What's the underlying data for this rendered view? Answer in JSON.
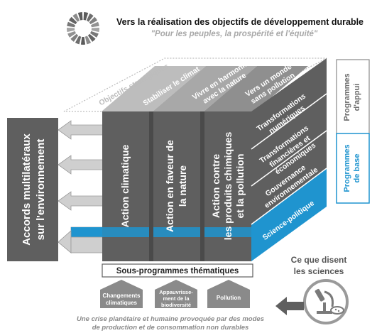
{
  "header": {
    "title": "Vers la réalisation des objectifs de développement durable",
    "subtitle": "\"Pour les peuples, la prospérité et l'équité\""
  },
  "top_face": {
    "label": "Objectifs stratégiques",
    "objectives": [
      {
        "line1": "Stabiliser le climat",
        "line2": ""
      },
      {
        "line1": "Vivre en harmonie",
        "line2": "avec la nature"
      },
      {
        "line1": "Vers un monde",
        "line2": "sans pollution"
      }
    ]
  },
  "left_panel": {
    "line1": "Accords multilatéraux",
    "line2": "sur l'environnement"
  },
  "actions": [
    {
      "line1": "Action climatique",
      "line2": "",
      "line3": ""
    },
    {
      "line1": "Action en faveur de",
      "line2": "la nature",
      "line3": ""
    },
    {
      "line1": "Action contre",
      "line2": "les produits chimiques",
      "line3": "et la pollution"
    }
  ],
  "side_bands": [
    {
      "line1": "Transformations",
      "line2": "numériques",
      "line3": ""
    },
    {
      "line1": "Transformations",
      "line2": "financières et",
      "line3": "économiques"
    },
    {
      "line1": "Gouvernance",
      "line2": "environnementale",
      "line3": ""
    },
    {
      "line1": "Science-politique",
      "line2": "",
      "line3": ""
    }
  ],
  "support_programmes": {
    "line1": "Programmes",
    "line2": "d'appui"
  },
  "core_programmes": {
    "line1": "Programmes",
    "line2": "de base"
  },
  "subprogrammes": {
    "label": "Sous-programmes thématiques",
    "items": [
      {
        "line1": "Changements",
        "line2": "climatiques",
        "line3": ""
      },
      {
        "line1": "Appauvrisse-",
        "line2": "ment de la",
        "line3": "biodiversité"
      },
      {
        "line1": "Pollution",
        "line2": "",
        "line3": ""
      }
    ]
  },
  "science": {
    "line1": "Ce que disent",
    "line2": "les sciences"
  },
  "footer": {
    "line1": "Une crise planétaire et humaine provoquée par des modes",
    "line2": "de production et de consommation non durables"
  },
  "colors": {
    "dark_gray": "#5f5f5f",
    "mid_gray": "#9a9a9a",
    "light_gray": "#cfcfcf",
    "accent_blue": "#1f94cf"
  }
}
